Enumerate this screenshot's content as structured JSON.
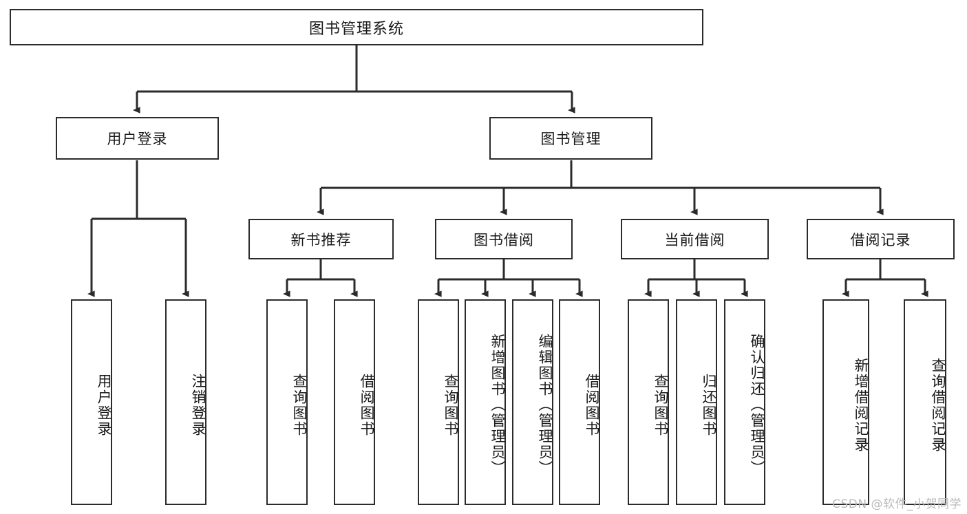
{
  "diagram": {
    "type": "tree-hierarchy",
    "root": {
      "id": "root",
      "label": "图书管理系统"
    },
    "level2": [
      {
        "id": "user-login",
        "label": "用户登录"
      },
      {
        "id": "book-management",
        "label": "图书管理"
      }
    ],
    "level3": [
      {
        "id": "new-book-recommend",
        "label": "新书推荐",
        "parent": "book-management"
      },
      {
        "id": "book-borrow",
        "label": "图书借阅",
        "parent": "book-management"
      },
      {
        "id": "current-borrow",
        "label": "当前借阅",
        "parent": "book-management"
      },
      {
        "id": "borrow-record",
        "label": "借阅记录",
        "parent": "book-management"
      }
    ],
    "leaves": {
      "user-login": [
        {
          "id": "leaf-user-login",
          "label": "用户登录"
        },
        {
          "id": "leaf-logout-login",
          "label": "注销登录"
        }
      ],
      "new-book-recommend": [
        {
          "id": "leaf-query-book-1",
          "label": "查询图书"
        },
        {
          "id": "leaf-borrow-book-1",
          "label": "借阅图书"
        }
      ],
      "book-borrow": [
        {
          "id": "leaf-query-book-2",
          "label": "查询图书"
        },
        {
          "id": "leaf-add-book-admin",
          "label": "新增图书（管理员）"
        },
        {
          "id": "leaf-edit-book-admin",
          "label": "编辑图书（管理员）"
        },
        {
          "id": "leaf-borrow-book-2",
          "label": "借阅图书"
        }
      ],
      "current-borrow": [
        {
          "id": "leaf-query-book-3",
          "label": "查询图书"
        },
        {
          "id": "leaf-return-book",
          "label": "归还图书"
        },
        {
          "id": "leaf-confirm-return-admin",
          "label": "确认归还（管理员）"
        }
      ],
      "borrow-record": [
        {
          "id": "leaf-add-borrow-record",
          "label": "新增借阅记录"
        },
        {
          "id": "leaf-query-borrow-record",
          "label": "查询借阅记录"
        }
      ]
    },
    "colors": {
      "stroke": "#2b2b2b",
      "fill": "#ffffff",
      "text": "#1a1a1a",
      "watermark": "#b9b9b9"
    }
  },
  "watermark": {
    "text": "CSDN @软件_小贺同学"
  }
}
